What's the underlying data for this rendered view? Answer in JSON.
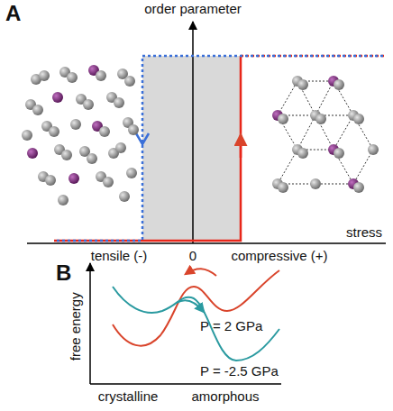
{
  "diagram": {
    "labels": [
      "A",
      "order parameter",
      "stress",
      "tensile (-)",
      "0",
      "compressive (+)",
      "B",
      "free energy",
      "P = 2 GPa",
      "P = -2.5 GPa",
      "crystalline",
      "amorphous"
    ]
  }
}
